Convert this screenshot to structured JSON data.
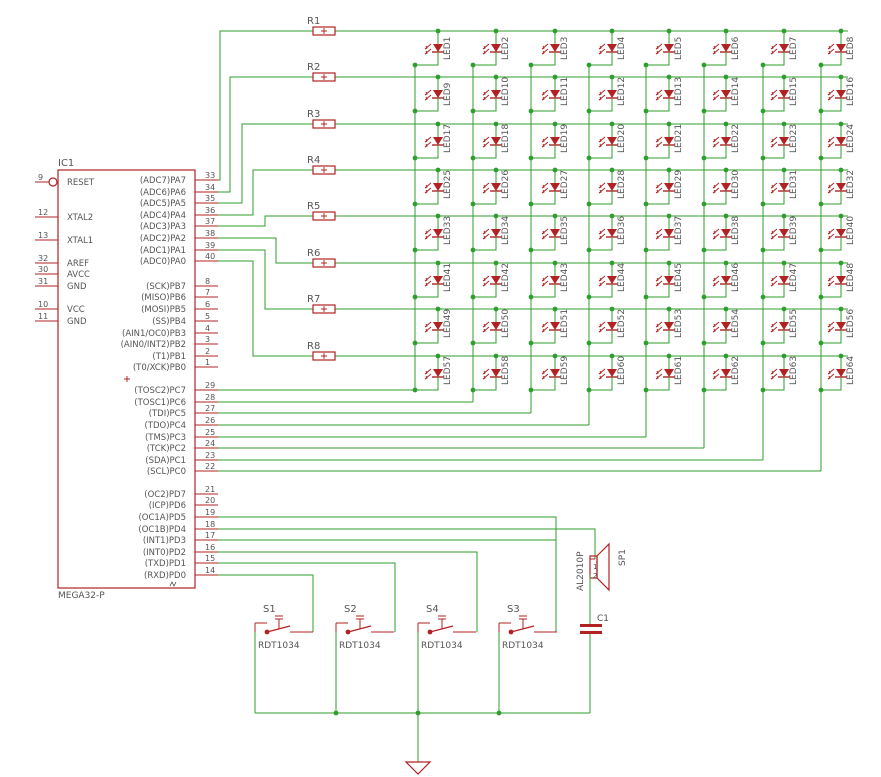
{
  "colors": {
    "wire": "#2e9e2e",
    "symbol": "#b22222",
    "text": "#555555",
    "background": "#ffffff"
  },
  "ic": {
    "designator": "IC1",
    "part": "MEGA32-P",
    "left_pins": [
      {
        "num": "9",
        "name": "RESET"
      },
      {
        "num": "12",
        "name": "XTAL2"
      },
      {
        "num": "13",
        "name": "XTAL1"
      },
      {
        "num": "32",
        "name": "AREF"
      },
      {
        "num": "30",
        "name": "AVCC"
      },
      {
        "num": "31",
        "name": "GND"
      },
      {
        "num": "10",
        "name": "VCC"
      },
      {
        "num": "11",
        "name": "GND"
      }
    ],
    "port_a": [
      {
        "num": "33",
        "name": "(ADC7)PA7"
      },
      {
        "num": "34",
        "name": "(ADC6)PA6"
      },
      {
        "num": "35",
        "name": "(ADC5)PA5"
      },
      {
        "num": "36",
        "name": "(ADC4)PA4"
      },
      {
        "num": "37",
        "name": "(ADC3)PA3"
      },
      {
        "num": "38",
        "name": "(ADC2)PA2"
      },
      {
        "num": "39",
        "name": "(ADC1)PA1"
      },
      {
        "num": "40",
        "name": "(ADC0)PA0"
      }
    ],
    "port_b": [
      {
        "num": "8",
        "name": "(SCK)PB7"
      },
      {
        "num": "7",
        "name": "(MISO)PB6"
      },
      {
        "num": "6",
        "name": "(MOSI)PB5"
      },
      {
        "num": "5",
        "name": "(SS)PB4"
      },
      {
        "num": "4",
        "name": "(AIN1/OC0)PB3"
      },
      {
        "num": "3",
        "name": "(AIN0/INT2)PB2"
      },
      {
        "num": "2",
        "name": "(T1)PB1"
      },
      {
        "num": "1",
        "name": "(T0/XCK)PB0"
      }
    ],
    "port_c": [
      {
        "num": "29",
        "name": "(TOSC2)PC7"
      },
      {
        "num": "28",
        "name": "(TOSC1)PC6"
      },
      {
        "num": "27",
        "name": "(TDI)PC5"
      },
      {
        "num": "26",
        "name": "(TDO)PC4"
      },
      {
        "num": "25",
        "name": "(TMS)PC3"
      },
      {
        "num": "24",
        "name": "(TCK)PC2"
      },
      {
        "num": "23",
        "name": "(SDA)PC1"
      },
      {
        "num": "22",
        "name": "(SCL)PC0"
      }
    ],
    "port_d": [
      {
        "num": "21",
        "name": "(OC2)PD7"
      },
      {
        "num": "20",
        "name": "(ICP)PD6"
      },
      {
        "num": "19",
        "name": "(OC1A)PD5"
      },
      {
        "num": "18",
        "name": "(OC1B)PD4"
      },
      {
        "num": "17",
        "name": "(INT1)PD3"
      },
      {
        "num": "16",
        "name": "(INT0)PD2"
      },
      {
        "num": "15",
        "name": "(TXD)PD1"
      },
      {
        "num": "14",
        "name": "(RXD)PD0"
      }
    ]
  },
  "resistors": [
    "R1",
    "R2",
    "R3",
    "R4",
    "R5",
    "R6",
    "R7",
    "R8"
  ],
  "leds": [
    "LED1",
    "LED2",
    "LED3",
    "LED4",
    "LED5",
    "LED6",
    "LED7",
    "LED8",
    "LED9",
    "LED10",
    "LED11",
    "LED12",
    "LED13",
    "LED14",
    "LED15",
    "LED16",
    "LED17",
    "LED18",
    "LED19",
    "LED20",
    "LED21",
    "LED22",
    "LED23",
    "LED24",
    "LED25",
    "LED26",
    "LED27",
    "LED28",
    "LED29",
    "LED30",
    "LED31",
    "LED32",
    "LED33",
    "LED34",
    "LED35",
    "LED36",
    "LED37",
    "LED38",
    "LED39",
    "LED40",
    "LED41",
    "LED42",
    "LED43",
    "LED44",
    "LED45",
    "LED46",
    "LED47",
    "LED48",
    "LED49",
    "LED50",
    "LED51",
    "LED52",
    "LED53",
    "LED54",
    "LED55",
    "LED56",
    "LED57",
    "LED58",
    "LED59",
    "LED60",
    "LED61",
    "LED62",
    "LED63",
    "LED64"
  ],
  "switches": [
    {
      "designator": "S1",
      "part": "RDT1034"
    },
    {
      "designator": "S2",
      "part": "RDT1034"
    },
    {
      "designator": "S4",
      "part": "RDT1034"
    },
    {
      "designator": "S3",
      "part": "RDT1034"
    }
  ],
  "speaker": {
    "designator": "SP1",
    "part": "AL2010P",
    "pin1": "1",
    "pin2": "2"
  },
  "capacitor": {
    "designator": "C1"
  }
}
